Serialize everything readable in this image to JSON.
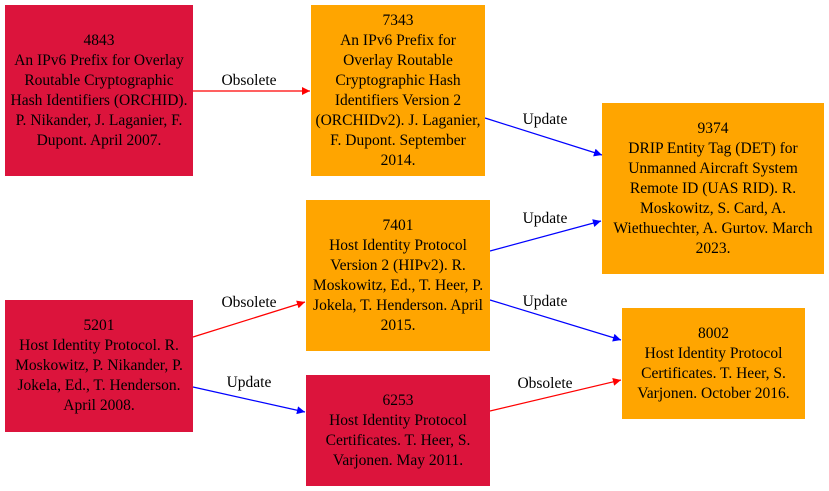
{
  "colors": {
    "obsolete": "#ff0000",
    "update": "#0000ff",
    "node_red": "#dc143c",
    "node_orange": "#ffa500"
  },
  "nodes": [
    {
      "id": "4843",
      "number": "4843",
      "title": "An IPv6 Prefix for Overlay Routable Cryptographic Hash Identifiers (ORCHID). P. Nikander, J. Laganier, F. Dupont. April 2007.",
      "fill": "#dc143c"
    },
    {
      "id": "7343",
      "number": "7343",
      "title": "An IPv6 Prefix for Overlay Routable Cryptographic Hash Identifiers Version 2 (ORCHIDv2). J. Laganier, F. Dupont. September 2014.",
      "fill": "#ffa500"
    },
    {
      "id": "9374",
      "number": "9374",
      "title": "DRIP Entity Tag (DET) for Unmanned Aircraft System Remote ID (UAS RID). R. Moskowitz, S. Card, A. Wiethuechter, A. Gurtov. March 2023.",
      "fill": "#ffa500"
    },
    {
      "id": "7401",
      "number": "7401",
      "title": "Host Identity Protocol Version 2 (HIPv2). R. Moskowitz, Ed., T. Heer, P. Jokela, T. Henderson. April 2015.",
      "fill": "#ffa500"
    },
    {
      "id": "5201",
      "number": "5201",
      "title": "Host Identity Protocol. R. Moskowitz, P. Nikander, P. Jokela, Ed., T. Henderson. April 2008.",
      "fill": "#dc143c"
    },
    {
      "id": "8002",
      "number": "8002",
      "title": "Host Identity Protocol Certificates. T. Heer, S. Varjonen. October 2016.",
      "fill": "#ffa500"
    },
    {
      "id": "6253",
      "number": "6253",
      "title": "Host Identity Protocol Certificates. T. Heer, S. Varjonen. May 2011.",
      "fill": "#dc143c"
    }
  ],
  "edges": [
    {
      "from": "4843",
      "to": "7343",
      "label": "Obsolete",
      "kind": "obsolete"
    },
    {
      "from": "7343",
      "to": "9374",
      "label": "Update",
      "kind": "update"
    },
    {
      "from": "7401",
      "to": "9374",
      "label": "Update",
      "kind": "update"
    },
    {
      "from": "7401",
      "to": "8002",
      "label": "Update",
      "kind": "update"
    },
    {
      "from": "5201",
      "to": "7401",
      "label": "Obsolete",
      "kind": "obsolete"
    },
    {
      "from": "5201",
      "to": "6253",
      "label": "Update",
      "kind": "update"
    },
    {
      "from": "6253",
      "to": "8002",
      "label": "Obsolete",
      "kind": "obsolete"
    }
  ]
}
